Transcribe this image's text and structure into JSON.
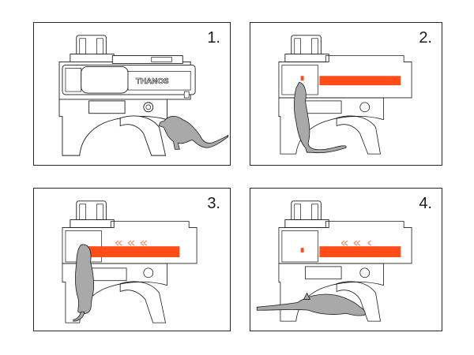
{
  "panels": [
    {
      "number": "1.",
      "label": "THANOS"
    },
    {
      "number": "2."
    },
    {
      "number": "3."
    },
    {
      "number": "4."
    }
  ],
  "colors": {
    "bar": "#ff4d1a",
    "rat": "#a9a9a9",
    "line": "#1a1a1a"
  }
}
